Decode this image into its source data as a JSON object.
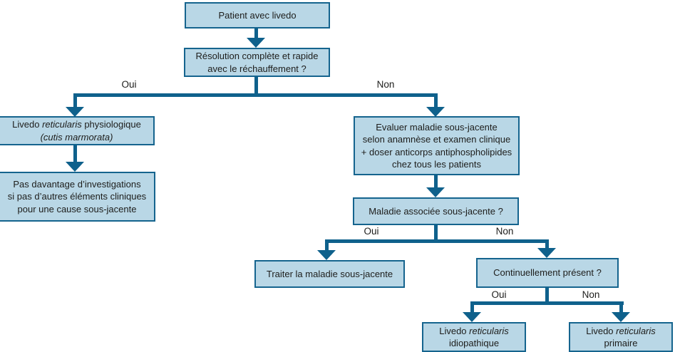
{
  "colors": {
    "box_fill": "#b9d7e6",
    "box_border": "#15648e",
    "line": "#0f618c",
    "text": "#1d1d1b"
  },
  "nodes": {
    "patient": {
      "lines": [
        [
          {
            "t": "Patient avec livedo"
          }
        ]
      ]
    },
    "resolution": {
      "lines": [
        [
          {
            "t": "Résolution complète et rapide"
          }
        ],
        [
          {
            "t": "avec le réchauffement ?"
          }
        ]
      ]
    },
    "physiologique": {
      "lines": [
        [
          {
            "t": "Livedo "
          },
          {
            "t": "reticularis",
            "i": true
          },
          {
            "t": " physiologique"
          }
        ],
        [
          {
            "t": "(cutis marmorata)",
            "i": true
          }
        ]
      ]
    },
    "investigations": {
      "lines": [
        [
          {
            "t": "Pas davantage d’investigations"
          }
        ],
        [
          {
            "t": "si pas d’autres éléments cliniques"
          }
        ],
        [
          {
            "t": "pour une cause sous-jacente"
          }
        ]
      ]
    },
    "evaluer": {
      "lines": [
        [
          {
            "t": "Evaluer maladie sous-jacente"
          }
        ],
        [
          {
            "t": "selon anamnèse et examen clinique"
          }
        ],
        [
          {
            "t": "+ doser anticorps antiphospholipides"
          }
        ],
        [
          {
            "t": "chez tous les patients"
          }
        ]
      ]
    },
    "maladie_associee": {
      "lines": [
        [
          {
            "t": "Maladie associée sous-jacente ?"
          }
        ]
      ]
    },
    "traiter": {
      "lines": [
        [
          {
            "t": "Traiter la maladie sous-jacente"
          }
        ]
      ]
    },
    "continuellement": {
      "lines": [
        [
          {
            "t": "Continuellement présent ?"
          }
        ]
      ]
    },
    "idiopathique": {
      "lines": [
        [
          {
            "t": "Livedo "
          },
          {
            "t": "reticularis",
            "i": true
          }
        ],
        [
          {
            "t": "idiopathique"
          }
        ]
      ]
    },
    "primaire": {
      "lines": [
        [
          {
            "t": "Livedo "
          },
          {
            "t": "reticularis",
            "i": true
          }
        ],
        [
          {
            "t": "primaire"
          }
        ]
      ]
    }
  },
  "branches": {
    "b1_yes": "Oui",
    "b1_no": "Non",
    "b2_yes": "Oui",
    "b2_no": "Non",
    "b3_yes": "Oui",
    "b3_no": "Non"
  }
}
